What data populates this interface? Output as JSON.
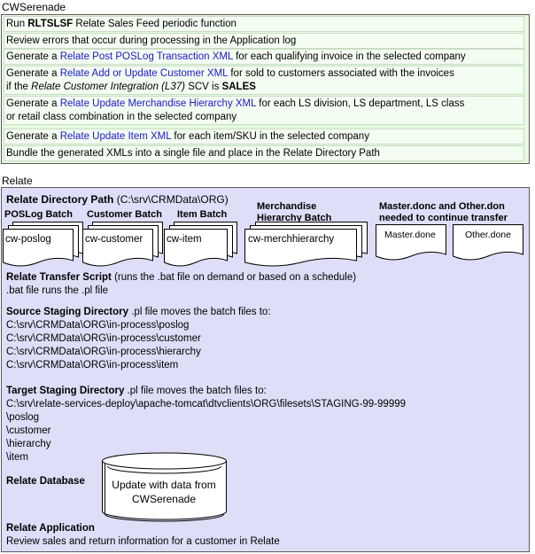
{
  "cwserenade": {
    "title": "CWSerenade",
    "rows": {
      "r1": {
        "pre": "Run ",
        "bold": "RLTSLSF",
        "post": " Relate Sales Feed periodic function"
      },
      "r2": {
        "text": "Review errors that occur during processing in the Application log"
      },
      "r3": {
        "pre": "Generate a ",
        "link": "Relate Post POSLog Transaction XML",
        "post": " for each qualifying invoice in the selected company"
      },
      "r4": {
        "pre": "Generate a ",
        "link": "Relate Add or Update Customer XML",
        "post": " for sold to customers associated with the invoices",
        "line2_pre": "if the ",
        "line2_italic": "Relate Customer Integration (L37)",
        "line2_mid": " SCV is ",
        "line2_bold": "SALES"
      },
      "r5": {
        "pre": "Generate a ",
        "link": "Relate Update Merchandise Hierarchy XML",
        "post": " for each LS division, LS department, LS class",
        "line2": "or retail class combination in the selected company"
      },
      "r6": {
        "pre": "Generate a ",
        "link": "Relate Update Item XML",
        "post": " for each item/SKU in the selected company"
      },
      "r7": {
        "text": "Bundle the generated XMLs into a single file and place in the Relate Directory Path"
      }
    }
  },
  "relate": {
    "title": "Relate",
    "directory": {
      "label": "Relate Directory Path",
      "path": " (C:\\srv\\CRMData\\ORG)"
    },
    "batches": {
      "poslog": {
        "title": "POSLog Batch",
        "doc": "cw-poslog"
      },
      "customer": {
        "title": "Customer Batch",
        "doc": "cw-customer"
      },
      "item": {
        "title": "Item Batch",
        "doc": "cw-item"
      },
      "merch": {
        "title1": "Merchandise",
        "title2": "Hierarchy Batch",
        "doc": "cw-merchhierarchy"
      },
      "done": {
        "title1": "Master.donc and Other.don",
        "title2": "needed to continue transfer",
        "master": "Master.done",
        "other": "Other.done"
      }
    },
    "transfer": {
      "label": "Relate Transfer Script",
      "desc": " (runs the .bat file on demand or based on a schedule)",
      "line2": ".bat file runs the .pl file"
    },
    "source": {
      "label": "Source Staging Directory",
      "desc": " .pl file moves the batch files to:",
      "paths": [
        "C:\\srv\\CRMData\\ORG\\in-process\\poslog",
        "C:\\srv\\CRMData\\ORG\\in-process\\customer",
        "C:\\srv\\CRMData\\ORG\\in-process\\hierarchy",
        "C:\\srv\\CRMData\\ORG\\in-process\\item"
      ]
    },
    "target": {
      "label": "Target Staging Directory",
      "desc": " .pl file moves the batch files to:",
      "paths": [
        "C:\\srv\\relate-services-deploy\\apache-tomcat\\dtvclients\\ORG\\filesets\\STAGING-99-99999",
        "\\poslog",
        "\\customer",
        "\\hierarchy",
        "\\item"
      ]
    },
    "database": {
      "label": "Relate Database",
      "line1": "Update with data from",
      "line2": "CWSerenade"
    },
    "application": {
      "label": "Relate Application",
      "desc": "Review sales and return information for a customer in Relate"
    }
  }
}
